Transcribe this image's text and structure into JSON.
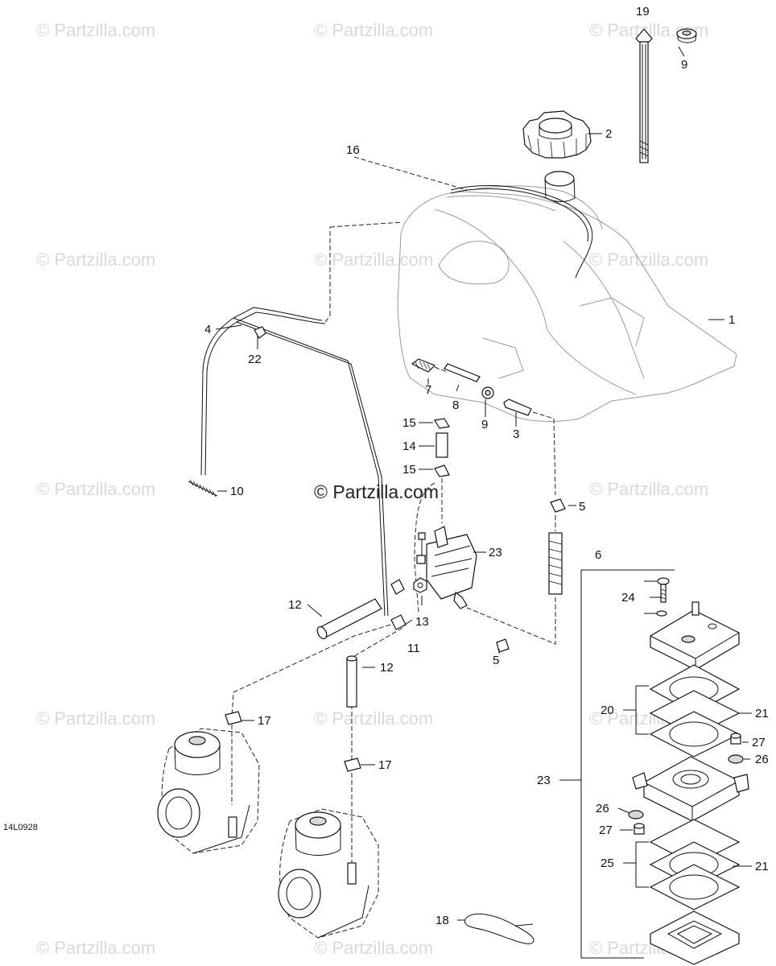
{
  "diagram_code": "14L0928",
  "watermark": "© Partzilla.com",
  "callouts": [
    "1",
    "2",
    "3",
    "4",
    "5",
    "5",
    "6",
    "7",
    "8",
    "9",
    "9",
    "10",
    "11",
    "12",
    "12",
    "13",
    "14",
    "15",
    "15",
    "16",
    "17",
    "17",
    "18",
    "19",
    "20",
    "21",
    "21",
    "22",
    "23",
    "23",
    "24",
    "25",
    "26",
    "26",
    "27",
    "27"
  ]
}
